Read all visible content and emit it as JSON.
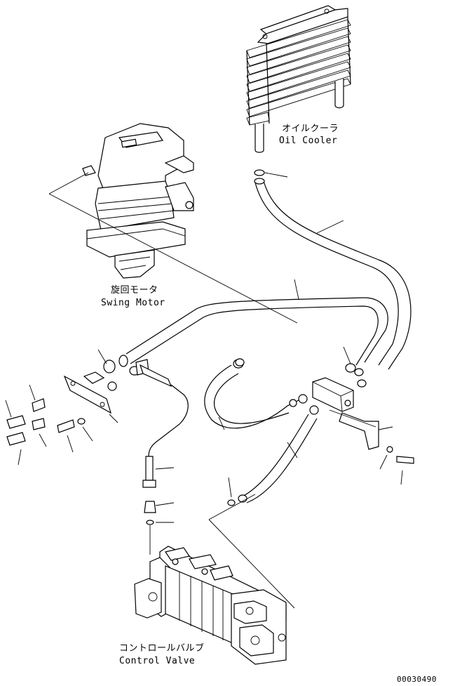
{
  "labels": {
    "oil_cooler_jp": "オイルクーラ",
    "oil_cooler_en": "Oil Cooler",
    "swing_motor_jp": "旋回モータ",
    "swing_motor_en": "Swing Motor",
    "control_valve_jp": "コントロールバルブ",
    "control_valve_en": "Control Valve",
    "drawing_number": "00030490"
  }
}
